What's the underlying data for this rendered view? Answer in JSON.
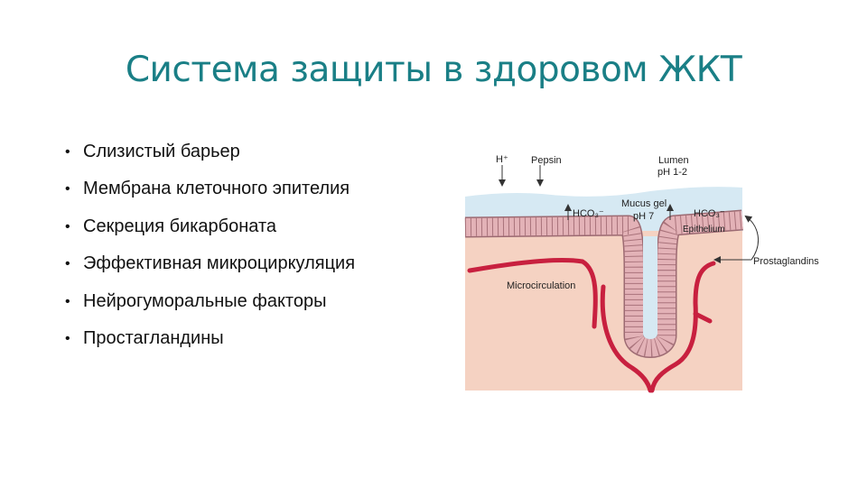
{
  "slide": {
    "title": "Система защиты в здоровом ЖКТ",
    "bullets": [
      "Слизистый барьер",
      "Мембрана клеточного эпителия",
      "Секреция бикарбоната",
      "Эффективная микроциркуляция",
      "Нейрогуморальные факторы",
      "Простагландины"
    ]
  },
  "diagram": {
    "labels": {
      "h_plus": "H⁺",
      "pepsin": "Pepsin",
      "lumen": "Lumen",
      "lumen_ph": "pH 1-2",
      "mucus_gel": "Mucus gel",
      "mucus_ph": "pH 7",
      "hco3_left": "HCO₃⁻",
      "hco3_right": "HCO₃⁻",
      "epithelium": "Epithelium",
      "prostaglandins": "Prostaglandins",
      "microcirculation": "Microcirculation"
    },
    "colors": {
      "mucus": "#d6e9f3",
      "tissue": "#f5d2c2",
      "epithelium": "#e3b2b7",
      "vessel": "#c8203f",
      "title": "#1a7f86"
    }
  }
}
